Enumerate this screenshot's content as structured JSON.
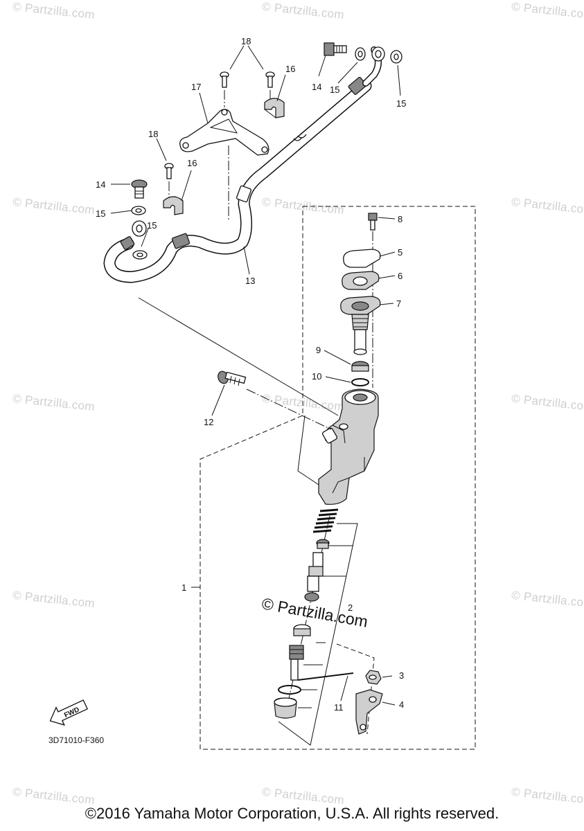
{
  "diagram": {
    "code": "3D71010-F360",
    "fwd_label": "FWD",
    "copyright": "©2016 Yamaha Motor Corporation, U.S.A. All rights reserved.",
    "center_watermark": "© Partzilla.com",
    "watermark_text": "© Partzilla.com",
    "callouts": {
      "c1": "1",
      "c2": "2",
      "c3": "3",
      "c4": "4",
      "c5": "5",
      "c6": "6",
      "c7": "7",
      "c8": "8",
      "c9": "9",
      "c10": "10",
      "c11": "11",
      "c12": "12",
      "c13": "13",
      "c14a": "14",
      "c14b": "14",
      "c15a": "15",
      "c15b": "15",
      "c15c": "15",
      "c15d": "15",
      "c16a": "16",
      "c16b": "16",
      "c17": "17",
      "c18a": "18",
      "c18b": "18"
    }
  }
}
